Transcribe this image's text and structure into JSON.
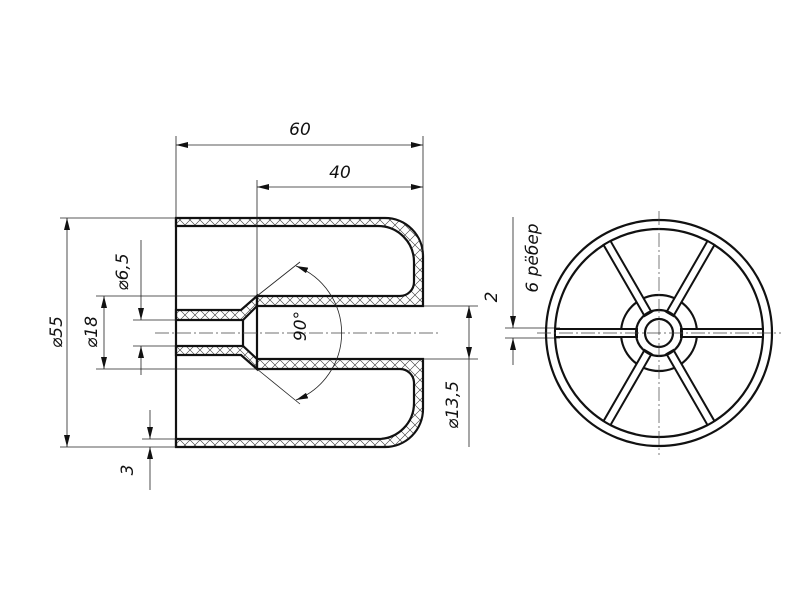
{
  "drawing": {
    "dimensions": {
      "length_total": "60",
      "length_inner": "40",
      "dia_outer": "⌀55",
      "dia_hub": "⌀18",
      "dia_bore": "⌀6,5",
      "wall": "3",
      "dia_inner_tube": "⌀13,5",
      "cone_angle": "90°",
      "rib_width": "2",
      "rib_count": "6 рёбер"
    },
    "colors": {
      "line": "#111111",
      "background": "#ffffff"
    }
  }
}
